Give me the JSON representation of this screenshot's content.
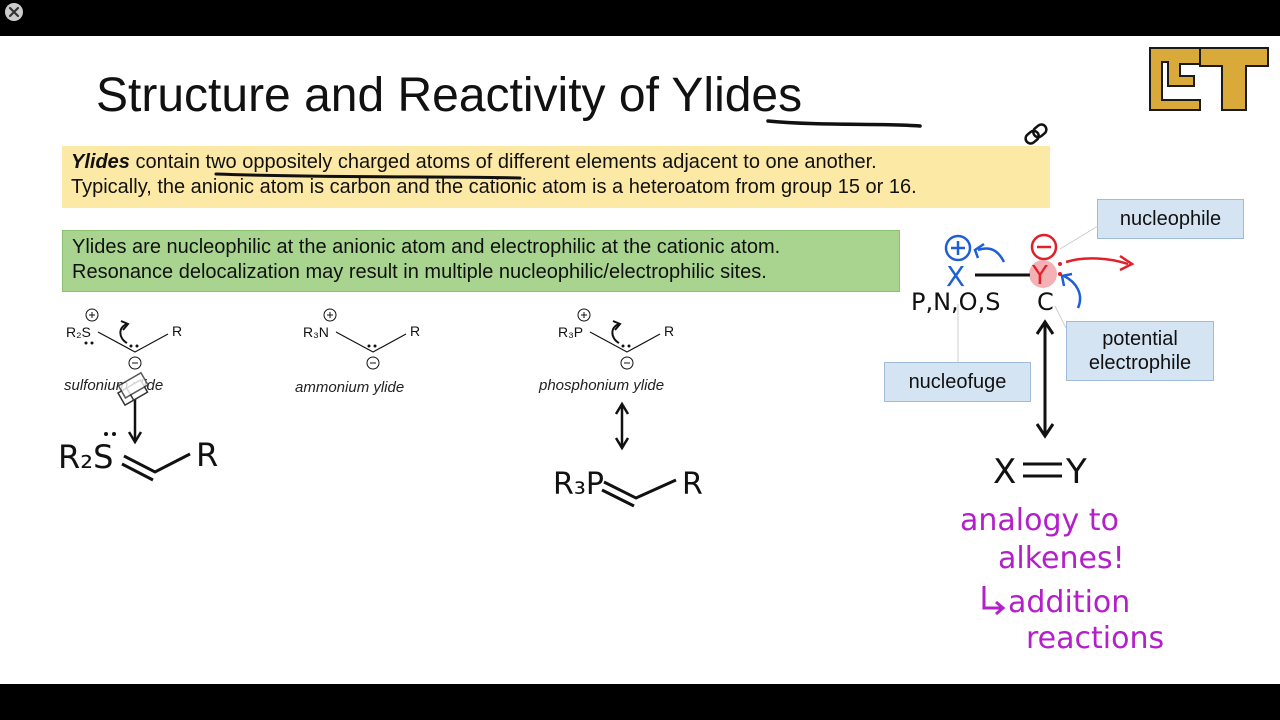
{
  "slide": {
    "title": "Structure and Reactivity of Ylides",
    "definition": {
      "term": "Ylides",
      "part1": " contain ",
      "highlight": "two oppositely charged atoms",
      "part2": " of different elements adjacent to one another.",
      "line2": "Typically, the anionic atom is carbon and the cationic atom is a heteroatom from group 15 or 16."
    },
    "reactivity": {
      "line1": "Ylides are nucleophilic at the anionic atom and electrophilic at the cationic atom.",
      "line2": "Resonance delocalization may result in multiple nucleophilic/electrophilic sites."
    },
    "structures": {
      "sulfonium": {
        "reagent": "R2S",
        "r": "R",
        "caption": "sulfonium ylide"
      },
      "ammonium": {
        "reagent": "R3N",
        "r": "R",
        "caption": "ammonium ylide"
      },
      "phosphonium": {
        "reagent": "R3P",
        "r": "R",
        "caption": "phosphonium ylide"
      }
    },
    "labels": {
      "nucleophile": "nucleophile",
      "potential_electrophile_1": "potential",
      "potential_electrophile_2": "electrophile",
      "nucleofuge": "nucleofuge"
    },
    "handwriting": {
      "sulfonium_resonance": "R₂S=R",
      "phosphonium_resonance": "R₃P=R",
      "general_x": "X",
      "general_y": "Y",
      "elements": "P,N,O,S",
      "carbon": "C",
      "alkene": "X=Y",
      "analogy_1": "analogy to",
      "analogy_2": "alkenes!",
      "analogy_3": "addition",
      "analogy_4": "reactions"
    }
  },
  "colors": {
    "yellow_box": "#fde9a6",
    "green_box": "#a8d48f",
    "label_box": "#d5e4f3",
    "handwriting_purple": "#b31fc9",
    "handwriting_blue": "#1f5fd6",
    "handwriting_red": "#e0202a",
    "logo_gold": "#d9a93a"
  },
  "icons": [
    "close-icon",
    "link-icon",
    "gt-logo",
    "eraser-cursor-icon"
  ]
}
